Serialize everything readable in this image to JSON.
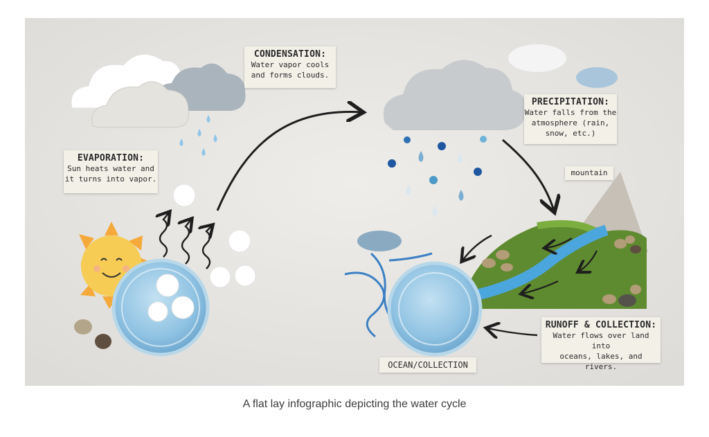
{
  "labels": {
    "condensation": {
      "title": "CONDENSATION:",
      "line1": "Water vapor cools",
      "line2": "and forms clouds."
    },
    "evaporation": {
      "title": "EVAPORATION:",
      "line1": "Sun heats water and",
      "line2": "it turns into vapor."
    },
    "precipitation": {
      "title": "PRECIPITATION:",
      "line1": "Water falls from the",
      "line2": "atmosphere (rain,",
      "line3": "snow, etc.)"
    },
    "mountain": "mountain",
    "runoff": {
      "title": "RUNOFF & COLLECTION:",
      "line1": "Water flows over land into",
      "line2": "oceans, lakes, and rivers."
    },
    "ocean": "OCEAN/COLLECTION"
  },
  "caption": "A flat lay infographic depicting the water cycle",
  "colors": {
    "background": "#e7e6e3",
    "water": "#9fcbe6",
    "sun": "#f6c443",
    "grass": "#5e8b2f",
    "cloud": "#c9cccf"
  }
}
